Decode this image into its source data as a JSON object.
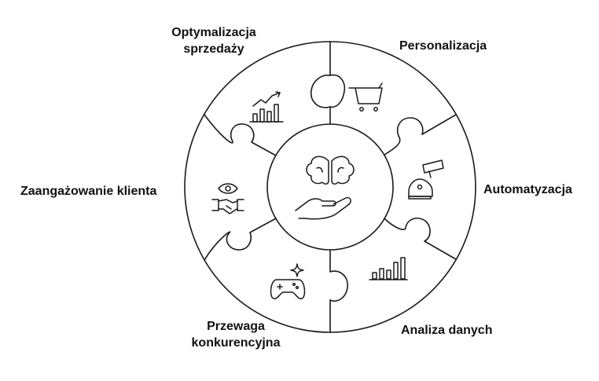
{
  "diagram": {
    "segments": [
      {
        "id": "optymalizacja",
        "label_lines": [
          "Optymalizacja",
          "sprzedaży"
        ],
        "icon": "chart-trend-icon"
      },
      {
        "id": "personalizacja",
        "label_lines": [
          "Personalizacja"
        ],
        "icon": "shopping-cart-icon"
      },
      {
        "id": "automatyzacja",
        "label_lines": [
          "Automatyzacja"
        ],
        "icon": "robot-camera-icon"
      },
      {
        "id": "analiza",
        "label_lines": [
          "Analiza danych"
        ],
        "icon": "bar-chart-icon"
      },
      {
        "id": "przewaga",
        "label_lines": [
          "Przewaga",
          "konkurencyjna"
        ],
        "icon": "gamepad-sparkle-icon"
      },
      {
        "id": "zaangazowanie",
        "label_lines": [
          "Zaangażowanie klienta"
        ],
        "icon": "eye-handshake-icon"
      }
    ],
    "center_icon": "brain-hand-icon",
    "line_color": "#1a1a1a",
    "text_color": "#111111"
  }
}
